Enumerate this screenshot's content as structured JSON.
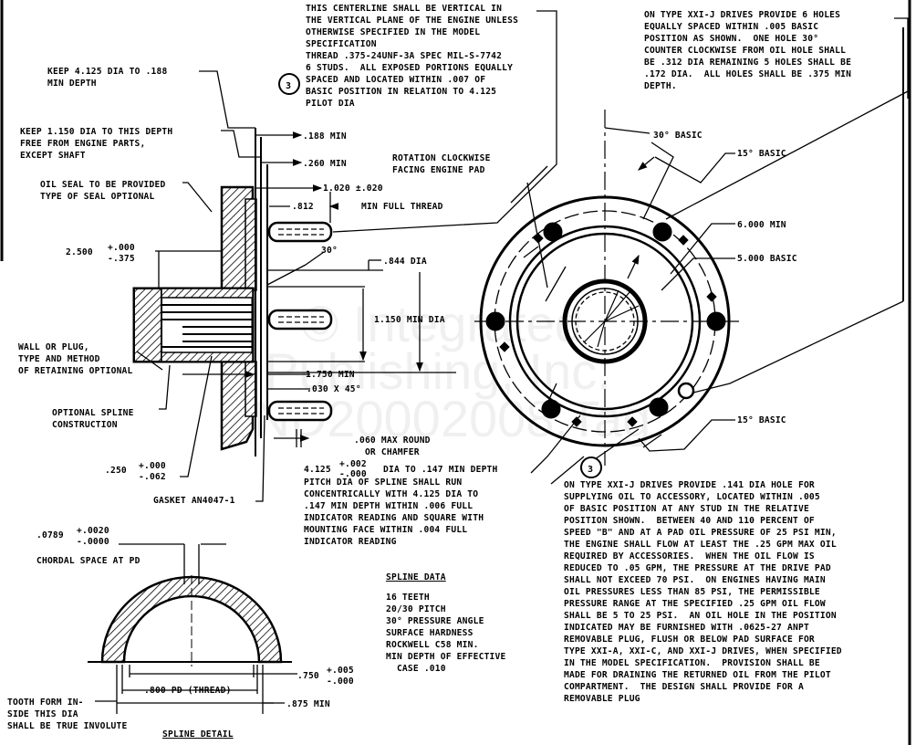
{
  "drawing": {
    "type": "engineering-drawing",
    "subject": "Accessory drive pad with splined shaft",
    "watermark": [
      "© Integrated",
      "Publishing, Inc.",
      "AND20002008.Tag"
    ]
  },
  "notes": {
    "centerline_note": "THIS CENTERLINE SHALL BE VERTICAL IN\nTHE VERTICAL PLANE OF THE ENGINE UNLESS\nOTHERWISE SPECIFIED IN THE MODEL\nSPECIFICATION",
    "thread_note": "THREAD .375-24UNF-3A SPEC MIL-S-7742\n6 STUDS.  ALL EXPOSED PORTIONS EQUALLY\nSPACED AND LOCATED WITHIN .007 OF\nBASIC POSITION IN RELATION TO 4.125\nPILOT DIA",
    "type_xxi_j_top": "ON TYPE XXI-J DRIVES PROVIDE 6 HOLES\nEQUALLY SPACED WITHIN .005 BASIC\nPOSITION AS SHOWN.  ONE HOLE 30°\nCOUNTER CLOCKWISE FROM OIL HOLE SHALL\nBE .312 DIA REMAINING 5 HOLES SHALL BE\n.172 DIA.  ALL HOLES SHALL BE .375 MIN\nDEPTH.",
    "keep_4125": "KEEP 4.125 DIA TO .188\nMIN DEPTH",
    "keep_1150": "KEEP 1.150 DIA TO THIS DEPTH\nFREE FROM ENGINE PARTS,\nEXCEPT SHAFT",
    "oil_seal": "OIL SEAL TO BE PROVIDED\nTYPE OF SEAL OPTIONAL",
    "rotation": "ROTATION CLOCKWISE\nFACING ENGINE PAD",
    "wall_plug": "WALL OR PLUG,\nTYPE AND METHOD\nOF RETAINING OPTIONAL",
    "optional_spline": "OPTIONAL SPLINE\nCONSTRUCTION",
    "gasket": "GASKET AN4047-1",
    "pitch_dia_note": "PITCH DIA OF SPLINE SHALL RUN\nCONCENTRICALLY WITH 4.125 DIA TO\n.147 MIN DEPTH WITHIN .006 FULL\nINDICATOR READING AND SQUARE WITH\nMOUNTING FACE WITHIN .004 FULL\nINDICATOR READING",
    "oil_hole_note": "ON TYPE XXI-J DRIVES PROVIDE .141 DIA HOLE FOR\nSUPPLYING OIL TO ACCESSORY, LOCATED WITHIN .005\nOF BASIC POSITION AT ANY STUD IN THE RELATIVE\nPOSITION SHOWN.  BETWEEN 40 AND 110 PERCENT OF\nSPEED \"B\" AND AT A PAD OIL PRESSURE OF 25 PSI MIN,\nTHE ENGINE SHALL FLOW AT LEAST THE .25 GPM MAX OIL\nREQUIRED BY ACCESSORIES.  WHEN THE OIL FLOW IS\nREDUCED TO .05 GPM, THE PRESSURE AT THE DRIVE PAD\nSHALL NOT EXCEED 70 PSI.  ON ENGINES HAVING MAIN\nOIL PRESSURES LESS THAN 85 PSI, THE PERMISSIBLE\nPRESSURE RANGE AT THE SPECIFIED .25 GPM OIL FLOW\nSHALL BE 5 TO 25 PSI.  AN OIL HOLE IN THE POSITION\nINDICATED MAY BE FURNISHED WITH .0625-27 ANPT\nREMOVABLE PLUG, FLUSH OR BELOW PAD SURFACE FOR\nTYPE XXI-A, XXI-C, AND XXI-J DRIVES, WHEN SPECIFIED\nIN THE MODEL SPECIFICATION.  PROVISION SHALL BE\nMADE FOR DRAINING THE RETURNED OIL FROM THE PILOT\nCOMPARTMENT.  THE DESIGN SHALL PROVIDE FOR A\nREMOVABLE PLUG",
    "tooth_form": "TOOTH FORM IN-\nSIDE THIS DIA\nSHALL BE TRUE INVOLUTE",
    "chordal_space": "CHORDAL SPACE AT PD"
  },
  "dimensions": {
    "d188": ".188 MIN",
    "d260": ".260 MIN",
    "d1020": "1.020 ±.020",
    "d812": ".812",
    "min_full_thread": "MIN FULL THREAD",
    "d2500": "2.500",
    "d2500_tol_plus": "+.000",
    "d2500_tol_minus": "-.375",
    "angle30": "30°",
    "d844": ".844 DIA",
    "d1150": "1.150 MIN DIA",
    "d1750": "1.750 MIN",
    "d030": ".030 X 45°",
    "d060": ".060 MAX ROUND\n  OR CHAMFER",
    "d250": ".250",
    "d250_tol_plus": "+.000",
    "d250_tol_minus": "-.062",
    "d4125": "4.125",
    "d4125_tol_plus": "+.002",
    "d4125_tol_minus": "-.000",
    "d4125_rest": "DIA TO .147 MIN DEPTH",
    "basic30": "30° BASIC",
    "basic15_top": "15° BASIC",
    "basic15_bottom": "15° BASIC",
    "d6000": "6.000 MIN",
    "d5000": "5.000 BASIC",
    "d0789": ".0789",
    "d0789_plus": "+.0020",
    "d0789_minus": "-.0000",
    "d750": ".750",
    "d750_plus": "+.005",
    "d750_minus": "-.000",
    "d800pd": ".800 PD (THREAD)",
    "d875": ".875 MIN"
  },
  "callouts": {
    "note_ref": "3"
  },
  "spline_data": {
    "title": "SPLINE DATA",
    "lines": [
      "16 TEETH",
      "20/30 PITCH",
      "30° PRESSURE ANGLE",
      "SURFACE HARDNESS",
      "ROCKWELL C58 MIN.",
      "MIN DEPTH OF EFFECTIVE",
      "  CASE .010"
    ]
  },
  "spline_detail": {
    "title": "SPLINE DETAIL"
  }
}
